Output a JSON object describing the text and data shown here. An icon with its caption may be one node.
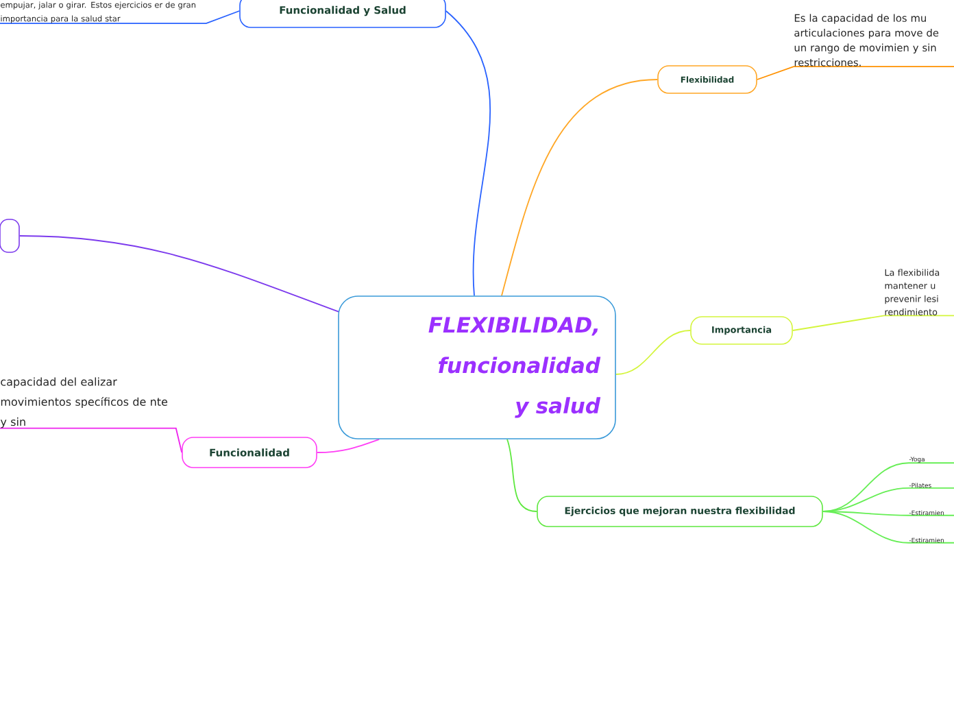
{
  "diagram": {
    "nodes": [
      {
        "text": [
          "FLEXIBILIDAD, funcionalidad y salud"
        ]
      },
      {
        "text": [
          "Funcionalidad y Salud"
        ]
      },
      {
        "text": [
          "empujar, jalar o girar. Estos ejercicios er de gran importancia para la salud star"
        ]
      },
      {
        "text": [
          "Flexibilidad"
        ]
      },
      {
        "text": [
          "Es la capacidad de los mu articulaciones para move de un rango de movimien y sin restricciones."
        ]
      },
      {
        "text": [],
        "shape": "box"
      },
      {
        "text": [
          "Importancia"
        ]
      },
      {
        "text": [
          "La flexibilida mantener u prevenir lesi rendimiento"
        ]
      },
      {
        "text": [
          "Funcionalidad"
        ]
      },
      {
        "text": [
          "capacidad del ealizar movimientos specíficos de nte y sin"
        ]
      },
      {
        "text": [
          "Ejercicios que mejoran nuestra flexibilidad"
        ]
      },
      {
        "text": [
          "-Yoga"
        ]
      },
      {
        "text": [
          "-Pilates"
        ]
      },
      {
        "text": [
          "-Estiramien"
        ]
      },
      {
        "text": [
          "-Estiramien"
        ]
      }
    ],
    "edges": [
      {
        "from": 0,
        "to": 1,
        "arrow": "none",
        "color": "#2962ff"
      },
      {
        "from": 1,
        "to": 2,
        "arrow": "none",
        "color": "#2962ff"
      },
      {
        "from": 0,
        "to": 3,
        "arrow": "none",
        "color": "#ffa726"
      },
      {
        "from": 3,
        "to": 4,
        "arrow": "none",
        "color": "#ff9100"
      },
      {
        "from": 0,
        "to": 5,
        "arrow": "none",
        "color": "#7c3aed"
      },
      {
        "from": 0,
        "to": 6,
        "arrow": "none",
        "color": "#d4f53c"
      },
      {
        "from": 6,
        "to": 7,
        "arrow": "none",
        "color": "#d4f53c"
      },
      {
        "from": 0,
        "to": 8,
        "arrow": "none",
        "color": "#ff3df5"
      },
      {
        "from": 8,
        "to": 9,
        "arrow": "none",
        "color": "#ee22ee"
      },
      {
        "from": 0,
        "to": 10,
        "arrow": "none",
        "color": "#5ee83f"
      },
      {
        "from": 10,
        "to": 11,
        "arrow": "none",
        "color": "#66ee55"
      },
      {
        "from": 10,
        "to": 12,
        "arrow": "none",
        "color": "#66ee55"
      },
      {
        "from": 10,
        "to": 13,
        "arrow": "none",
        "color": "#66ee55"
      },
      {
        "from": 10,
        "to": 14,
        "arrow": "none",
        "color": "#66ee55"
      }
    ]
  }
}
